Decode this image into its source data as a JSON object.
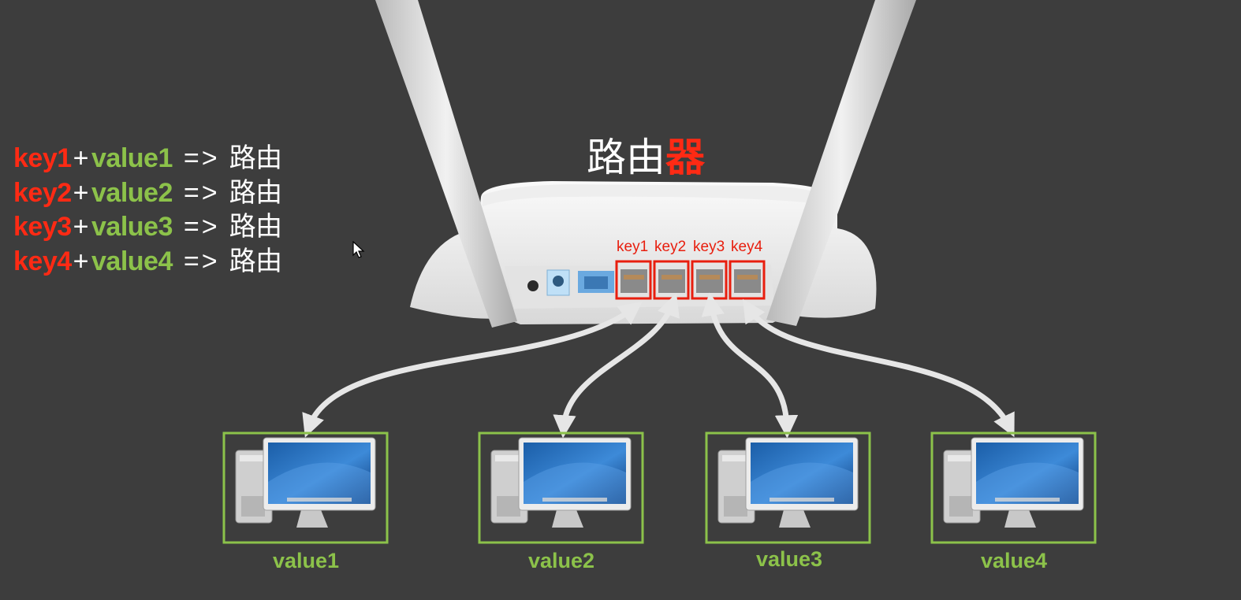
{
  "mapping": [
    {
      "key": "key1",
      "plus": "+",
      "value": "value1",
      "arrow": "=>",
      "target": "路由"
    },
    {
      "key": "key2",
      "plus": "+",
      "value": "value2",
      "arrow": "=>",
      "target": "路由"
    },
    {
      "key": "key3",
      "plus": "+",
      "value": "value3",
      "arrow": "=>",
      "target": "路由"
    },
    {
      "key": "key4",
      "plus": "+",
      "value": "value4",
      "arrow": "=>",
      "target": "路由"
    }
  ],
  "title": {
    "part1": "路由",
    "part2": "器"
  },
  "ports": [
    "key1",
    "key2",
    "key3",
    "key4"
  ],
  "computers": [
    "value1",
    "value2",
    "value3",
    "value4"
  ],
  "colors": {
    "background": "#3d3d3d",
    "key_red": "#ff2a14",
    "value_green": "#8cc24a",
    "port_box": "#e81e0e",
    "computer_box": "#8cc24a",
    "arrow": "#e6e6e6"
  },
  "icons": [
    "router-icon",
    "computer-icon",
    "mouse-cursor-icon"
  ]
}
